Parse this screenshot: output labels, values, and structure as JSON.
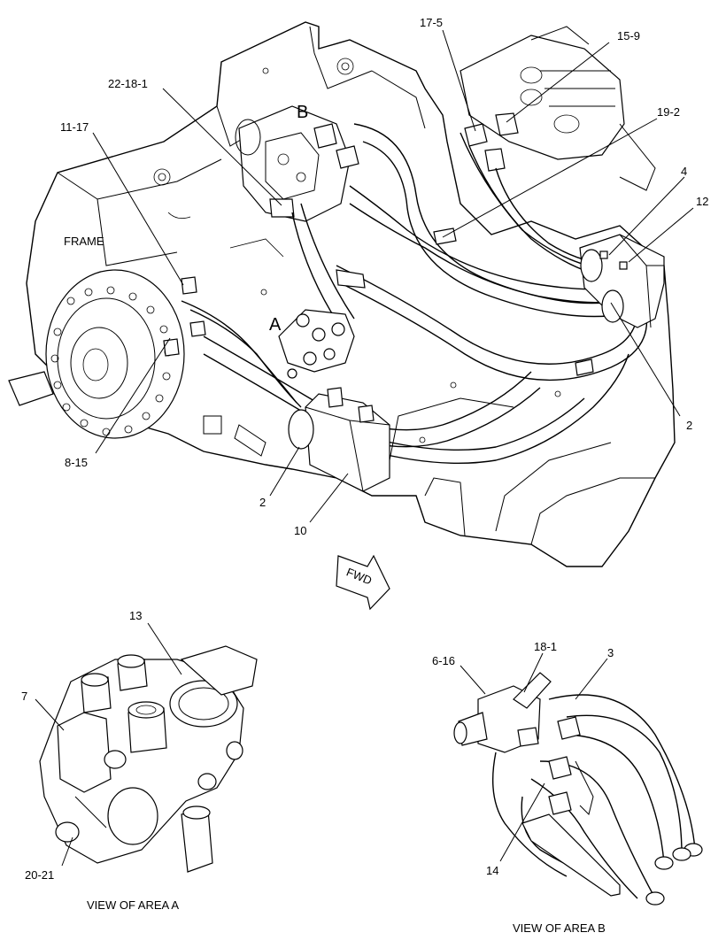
{
  "diagram": {
    "callouts": {
      "c17_5": "17-5",
      "c15_9": "15-9",
      "c22_18_1": "22-18-1",
      "c19_2": "19-2",
      "c11_17": "11-17",
      "c4": "4",
      "c12": "12",
      "c2_right": "2",
      "c2_left": "2",
      "c10": "10",
      "c8_15": "8-15",
      "c13": "13",
      "c7": "7",
      "c20_21": "20-21",
      "c6_16": "6-16",
      "c18_1": "18-1",
      "c3": "3",
      "c14": "14"
    },
    "area_markers": {
      "a": "A",
      "b": "B"
    },
    "frame_label": "FRAME",
    "fwd_label": "FWD",
    "view_a_caption": "VIEW OF AREA A",
    "view_b_caption": "VIEW OF AREA B"
  }
}
